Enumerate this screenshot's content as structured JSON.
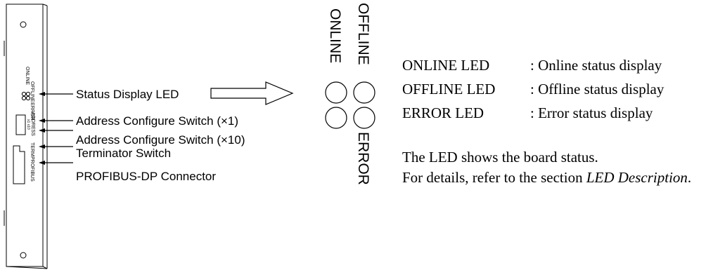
{
  "panel": {
    "led_labels": [
      "OFFLINE",
      "ONLINE",
      "ERROR"
    ],
    "switch_label": "ADDRESS",
    "switch_marks": "x1  x10",
    "term_label": "TERM",
    "connector_label": "PROFIBUS"
  },
  "callouts": [
    "Status Display LED",
    "Address Configure Switch (×1)",
    "Address Configure Switch (×10)",
    "Terminator Switch",
    "PROFIBUS-DP Connector"
  ],
  "led_cluster": {
    "online": "ONLINE",
    "offline": "OFFLINE",
    "error": "ERROR"
  },
  "descriptions": [
    {
      "name": "ONLINE LED",
      "text": ": Online status display"
    },
    {
      "name": "OFFLINE LED",
      "text": ": Offline status display"
    },
    {
      "name": "ERROR LED",
      "text": ": Error status display"
    }
  ],
  "note": {
    "line1": "The LED shows the board status.",
    "line2": "For details, refer to the section ",
    "emphasis": "LED Description",
    "end": "."
  }
}
